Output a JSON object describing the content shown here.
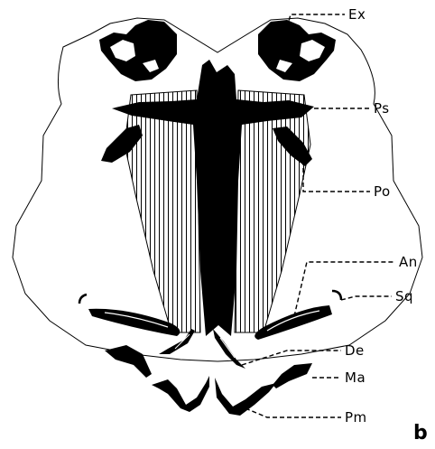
{
  "figure": {
    "panel_letter": "b",
    "labels": {
      "ex": "Ex",
      "ps": "Ps",
      "po": "Po",
      "an": "An",
      "sq": "Sq",
      "de": "De",
      "ma": "Ma",
      "pm": "Pm"
    }
  }
}
